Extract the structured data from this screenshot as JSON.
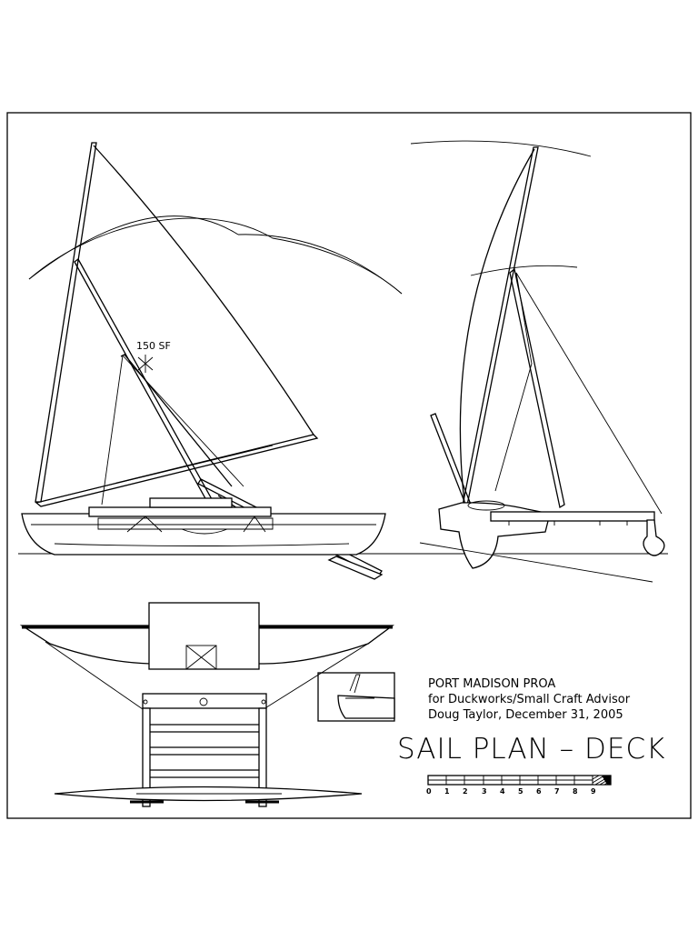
{
  "side_view": {
    "sail_area_label": "150 SF"
  },
  "title_block": {
    "line1": "PORT MADISON PROA",
    "line2": "for Duckworks/Small Craft Advisor",
    "line3": "Doug Taylor, December 31, 2005"
  },
  "sheet_title": "SAIL PLAN – DECK",
  "scale_bar": {
    "ticks": [
      "0",
      "1",
      "2",
      "3",
      "4",
      "5",
      "6",
      "7",
      "8",
      "9"
    ]
  }
}
